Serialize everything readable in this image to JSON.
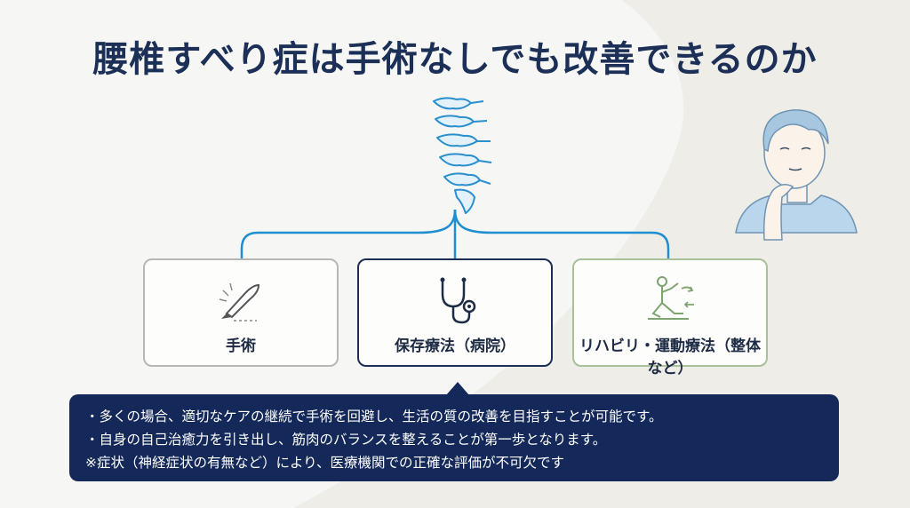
{
  "title": "腰椎すべり症は手術なしでも改善できるのか",
  "options": [
    {
      "label": "手術",
      "icon": "scalpel-icon"
    },
    {
      "label": "保存療法（病院）",
      "icon": "stethoscope-icon"
    },
    {
      "label": "リハビリ・運動療法（整体など）",
      "icon": "stretching-person-icon"
    }
  ],
  "notes": [
    "・多くの場合、適切なケアの継続で手術を回避し、生活の質の改善を目指すことが可能です。",
    "・自身の自己治癒力を引き出し、筋肉のバランスを整えることが第一歩となります。",
    "※症状（神経症状の有無など）により、医療機関での正確な評価が不可欠です"
  ],
  "colors": {
    "title": "#1b2f57",
    "connector": "#1f8fcf",
    "panel": "#14295a",
    "surgery_border": "#b7b7b7",
    "conservative_border": "#1b2f57",
    "rehab_border": "#a9c19b"
  }
}
